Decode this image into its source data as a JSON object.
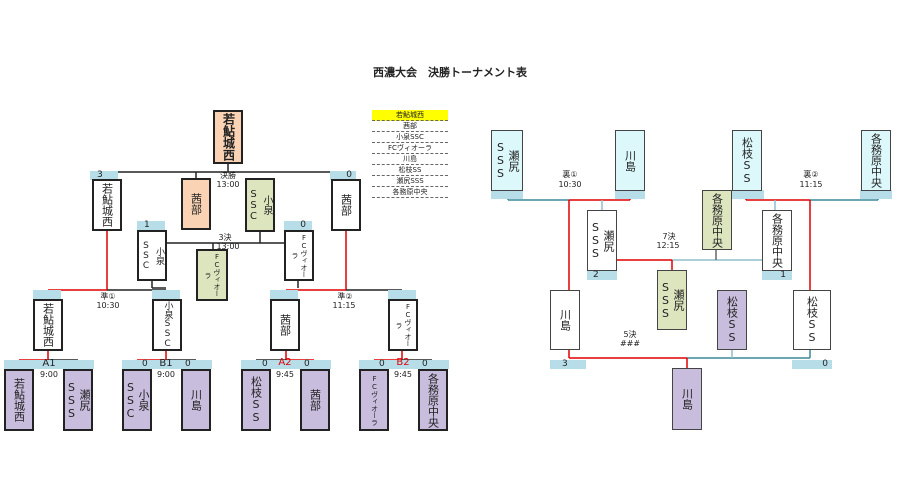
{
  "title": "西濃大会　決勝トーナメント表",
  "legend": [
    "若鮎城西",
    "茜部",
    "小泉SSC",
    "FCヴィオーラ",
    "川島",
    "松枝SS",
    "瀬尻SSS",
    "各務原中央"
  ],
  "left": {
    "champion": "若鮎城西",
    "final": {
      "label": "決勝",
      "time": "13:00",
      "team1": "若鮎城西",
      "team2": "茜部",
      "score1": "3",
      "score2": "0",
      "second": "茜部"
    },
    "third": {
      "label": "3決",
      "time": "13:00",
      "team1": "小泉SSC",
      "team2": "FCヴィオーラ",
      "score1": "1",
      "score2": "0",
      "winner": "小泉SSC",
      "fourth": "FCヴィオーラ"
    },
    "semi1": {
      "label": "準①",
      "time": "10:30",
      "team1": "若鮎城西",
      "team2": "小泉SSC"
    },
    "semi2": {
      "label": "準②",
      "time": "11:15",
      "team1": "茜部",
      "team2": "FCヴィオーラ"
    },
    "qf": [
      {
        "label": "A1",
        "time": "9:00",
        "team1": "若鮎城西",
        "team2": "瀬尻SSS",
        "score1": "",
        "score2": ""
      },
      {
        "label": "B1",
        "time": "9:00",
        "team1": "小泉SSC",
        "team2": "川島",
        "score1": "0",
        "score2": "0"
      },
      {
        "label": "A2",
        "time": "9:45",
        "team1": "松枝SS",
        "team2": "茜部",
        "score1": "0",
        "score2": "0"
      },
      {
        "label": "B2",
        "time": "9:45",
        "team1": "FCヴィオーラ",
        "team2": "各務原中央",
        "score1": "0",
        "score2": "0"
      }
    ]
  },
  "right": {
    "ura1": {
      "label": "裏①",
      "time": "10:30",
      "team1": "瀬尻SSS",
      "team2": "川島",
      "winner": "瀬尻SSS"
    },
    "ura2": {
      "label": "裏②",
      "time": "11:15",
      "team1": "松枝SS",
      "team2": "各務原中央",
      "winner": "各務原中央"
    },
    "seventh": {
      "label": "7決",
      "time": "12:15",
      "team1": "瀬尻SSS",
      "team2": "各務原中央",
      "score1": "2",
      "score2": "1",
      "winner": "各務原中央",
      "eighth": "瀬尻SSS"
    },
    "fifth": {
      "label": "5決",
      "time": "###",
      "team1": "川島",
      "team2": "松枝SS",
      "score1": "3",
      "score2": "0",
      "winner": "松枝SS",
      "sixth": "川島"
    }
  }
}
